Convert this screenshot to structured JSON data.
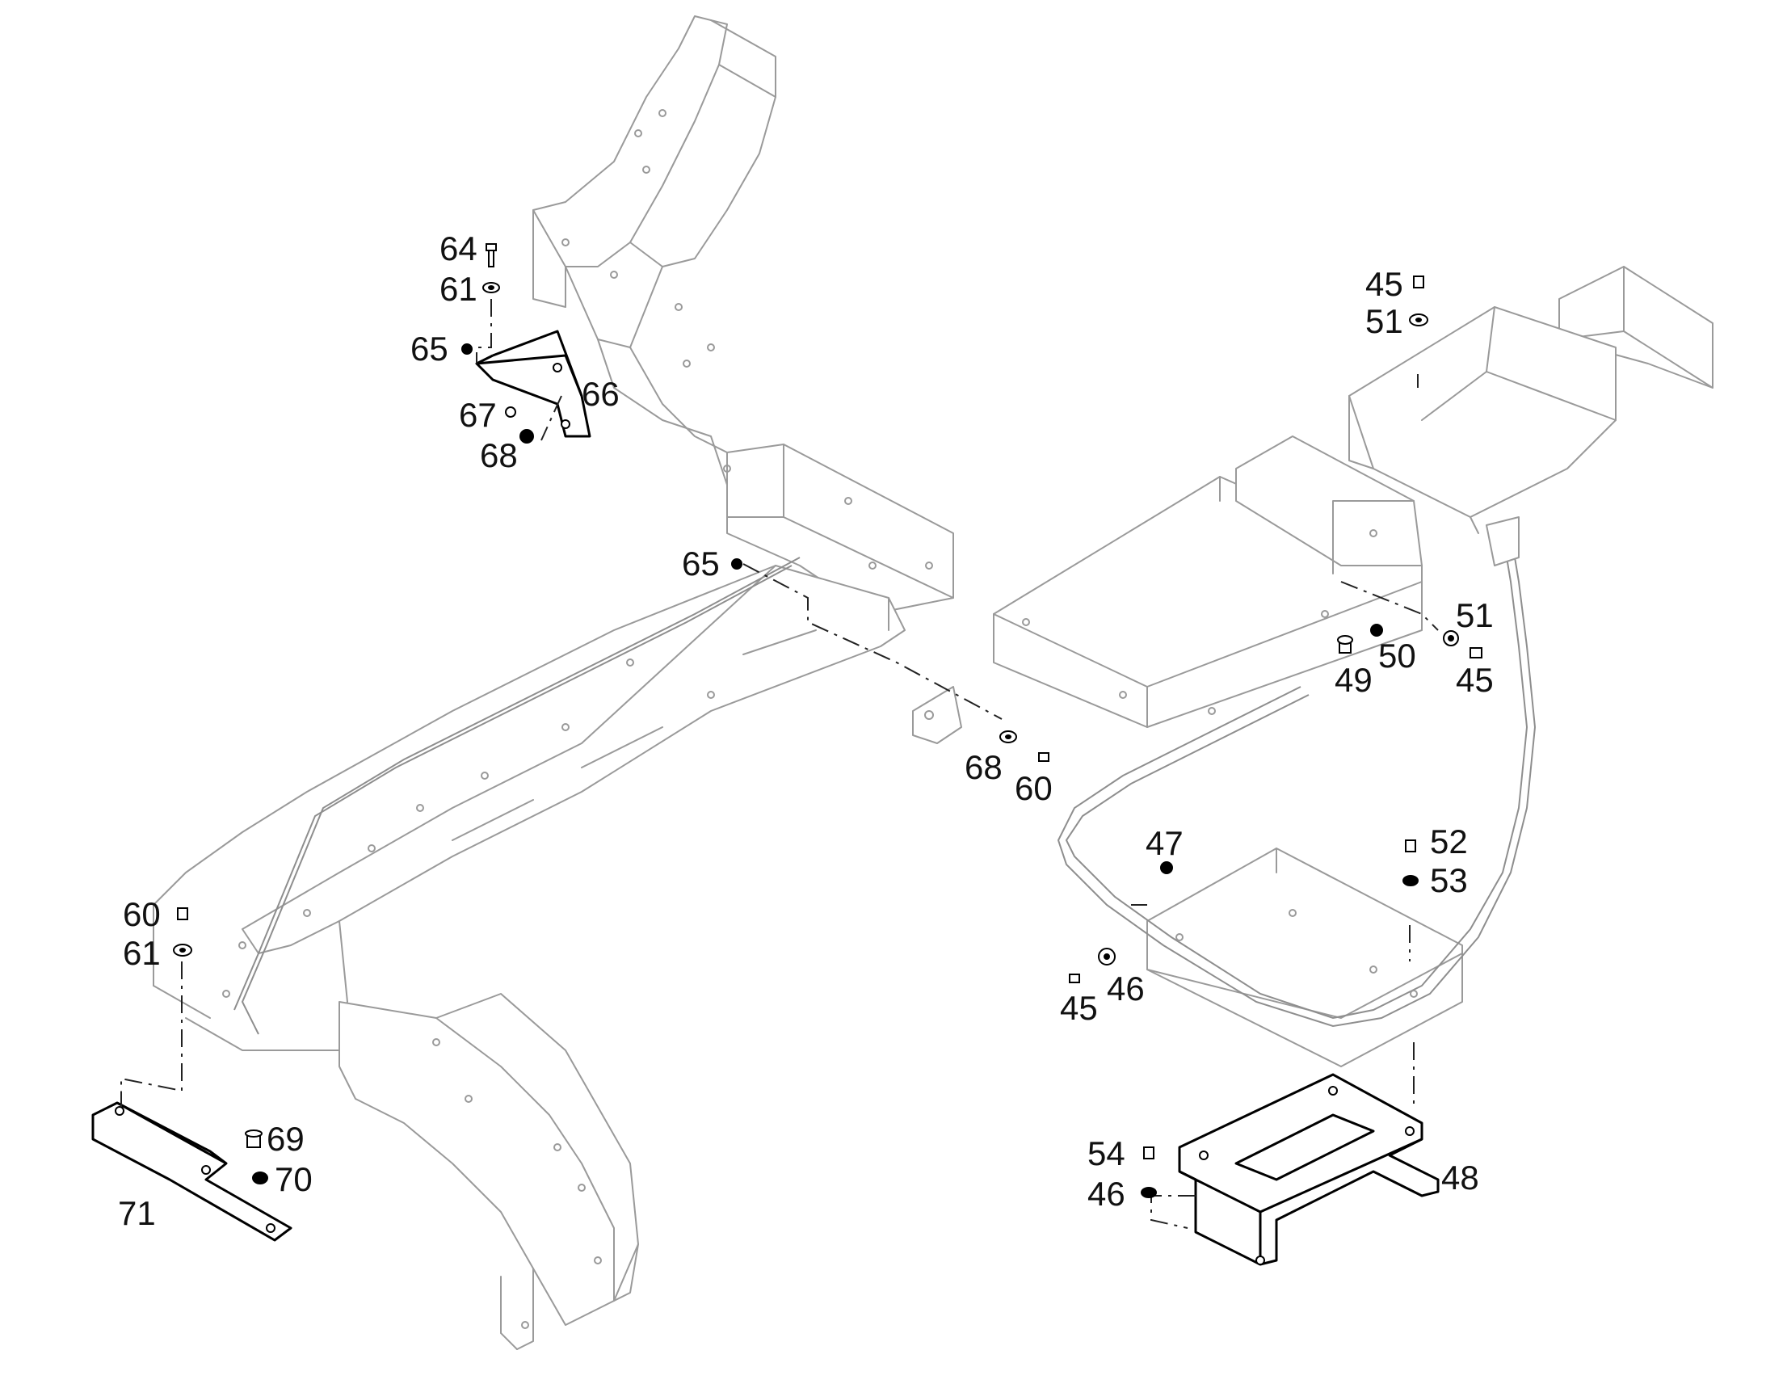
{
  "callouts": [
    {
      "id": "c64a",
      "text": "64"
    },
    {
      "id": "c61a",
      "text": "61"
    },
    {
      "id": "c65a",
      "text": "65"
    },
    {
      "id": "c66a",
      "text": "66"
    },
    {
      "id": "c67a",
      "text": "67"
    },
    {
      "id": "c68a",
      "text": "68"
    },
    {
      "id": "c65b",
      "text": "65"
    },
    {
      "id": "c68b",
      "text": "68"
    },
    {
      "id": "c60a",
      "text": "60"
    },
    {
      "id": "c60b",
      "text": "60"
    },
    {
      "id": "c61b",
      "text": "61"
    },
    {
      "id": "c69a",
      "text": "69"
    },
    {
      "id": "c70a",
      "text": "70"
    },
    {
      "id": "c71a",
      "text": "71"
    },
    {
      "id": "c45a",
      "text": "45"
    },
    {
      "id": "c51a",
      "text": "51"
    },
    {
      "id": "c51b",
      "text": "51"
    },
    {
      "id": "c49a",
      "text": "49"
    },
    {
      "id": "c50a",
      "text": "50"
    },
    {
      "id": "c45b",
      "text": "45"
    },
    {
      "id": "c47a",
      "text": "47"
    },
    {
      "id": "c52a",
      "text": "52"
    },
    {
      "id": "c53a",
      "text": "53"
    },
    {
      "id": "c45c",
      "text": "45"
    },
    {
      "id": "c46a",
      "text": "46"
    },
    {
      "id": "c54a",
      "text": "54"
    },
    {
      "id": "c46b",
      "text": "46"
    },
    {
      "id": "c48a",
      "text": "48"
    }
  ]
}
